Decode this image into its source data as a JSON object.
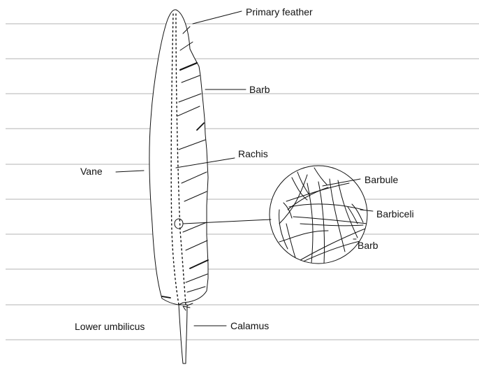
{
  "labels": {
    "primary_feather": "Primary feather",
    "barb_top": "Barb",
    "rachis": "Rachis",
    "vane": "Vane",
    "barbule": "Barbule",
    "barbiceli": "Barbiceli",
    "barb_detail": "Barb",
    "lower_umbilicus": "Lower umbilicus",
    "calamus": "Calamus"
  },
  "colors": {
    "ink": "#111111",
    "ruled_lines": "#9a9a9a",
    "background": "#ffffff"
  }
}
